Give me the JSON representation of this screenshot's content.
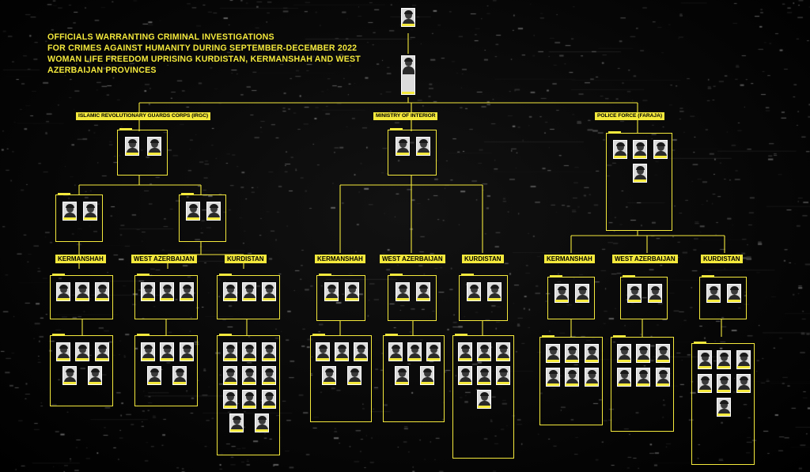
{
  "title_lines": [
    "OFFICIALS WARRANTING CRIMINAL INVESTIGATIONS",
    "FOR CRIMES AGAINST HUMANITY DURING SEPTEMBER-DECEMBER 2022",
    "WOMAN LIFE FREEDOM UPRISING KURDISTAN, KERMANSHAH AND WEST",
    "AZERBAIJAN PROVINCES"
  ],
  "branches": {
    "irgc": "ISLAMIC REVOLUTIONARY GUARDS CORPS (IRGC)",
    "interior": "MINISTRY OF INTERIOR",
    "police": "POLICE FORCE (FARAJA)"
  },
  "provinces": {
    "irgc_kermanshah": "KERMANSHAH",
    "irgc_west_azerbaijan": "WEST AZERBAIJAN",
    "irgc_kurdistan": "KURDISTAN",
    "interior_kermanshah": "KERMANSHAH",
    "interior_west_azerbaijan": "WEST AZERBAIJAN",
    "interior_kurdistan": "KURDISTAN",
    "police_kermanshah": "KERMANSHAH",
    "police_west_azerbaijan": "WEST AZERBAIJAN",
    "police_kurdistan": "KURDISTAN"
  }
}
